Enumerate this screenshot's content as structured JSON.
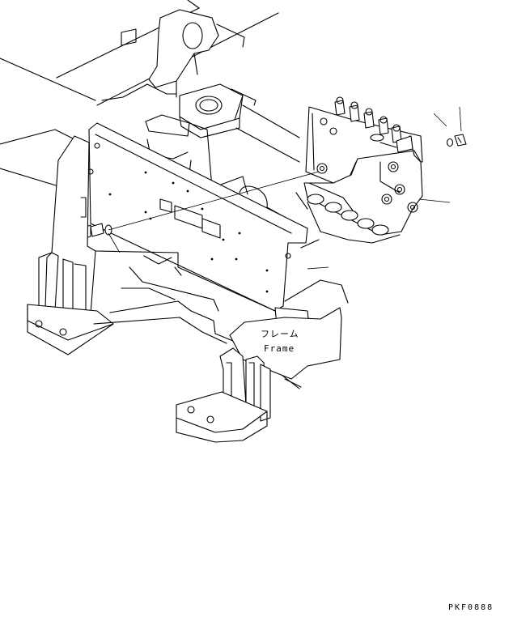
{
  "labels": {
    "frame_jp": "フレーム",
    "frame_en": "Frame"
  },
  "part_code": "PKF0888"
}
